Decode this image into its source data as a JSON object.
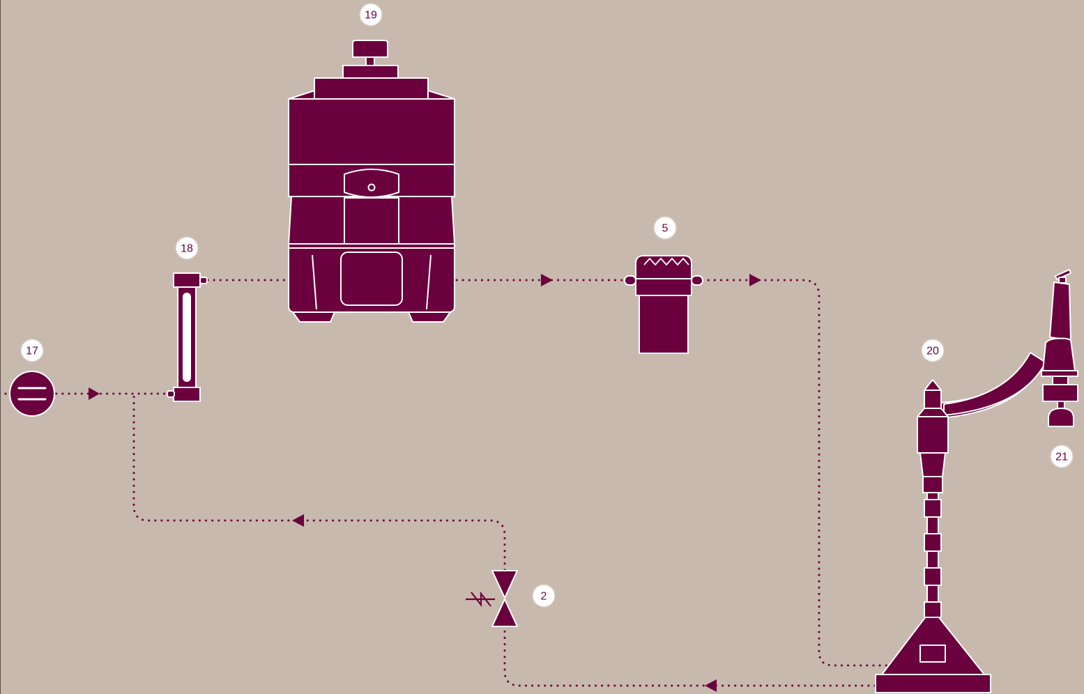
{
  "colors": {
    "background": "#c7b9ad",
    "component": "#6b003e",
    "outline": "#ffffff"
  },
  "components": [
    {
      "id": "17",
      "label": "17",
      "icon": "flow-indicator-icon"
    },
    {
      "id": "18",
      "label": "18",
      "icon": "flowmeter-icon"
    },
    {
      "id": "19",
      "label": "19",
      "icon": "filter-housing-icon"
    },
    {
      "id": "5",
      "label": "5",
      "icon": "cartridge-filter-icon"
    },
    {
      "id": "20",
      "label": "20",
      "icon": "stand-column-icon"
    },
    {
      "id": "21",
      "label": "21",
      "icon": "dispensing-tap-icon"
    },
    {
      "id": "2",
      "label": "2",
      "icon": "check-valve-icon"
    }
  ]
}
